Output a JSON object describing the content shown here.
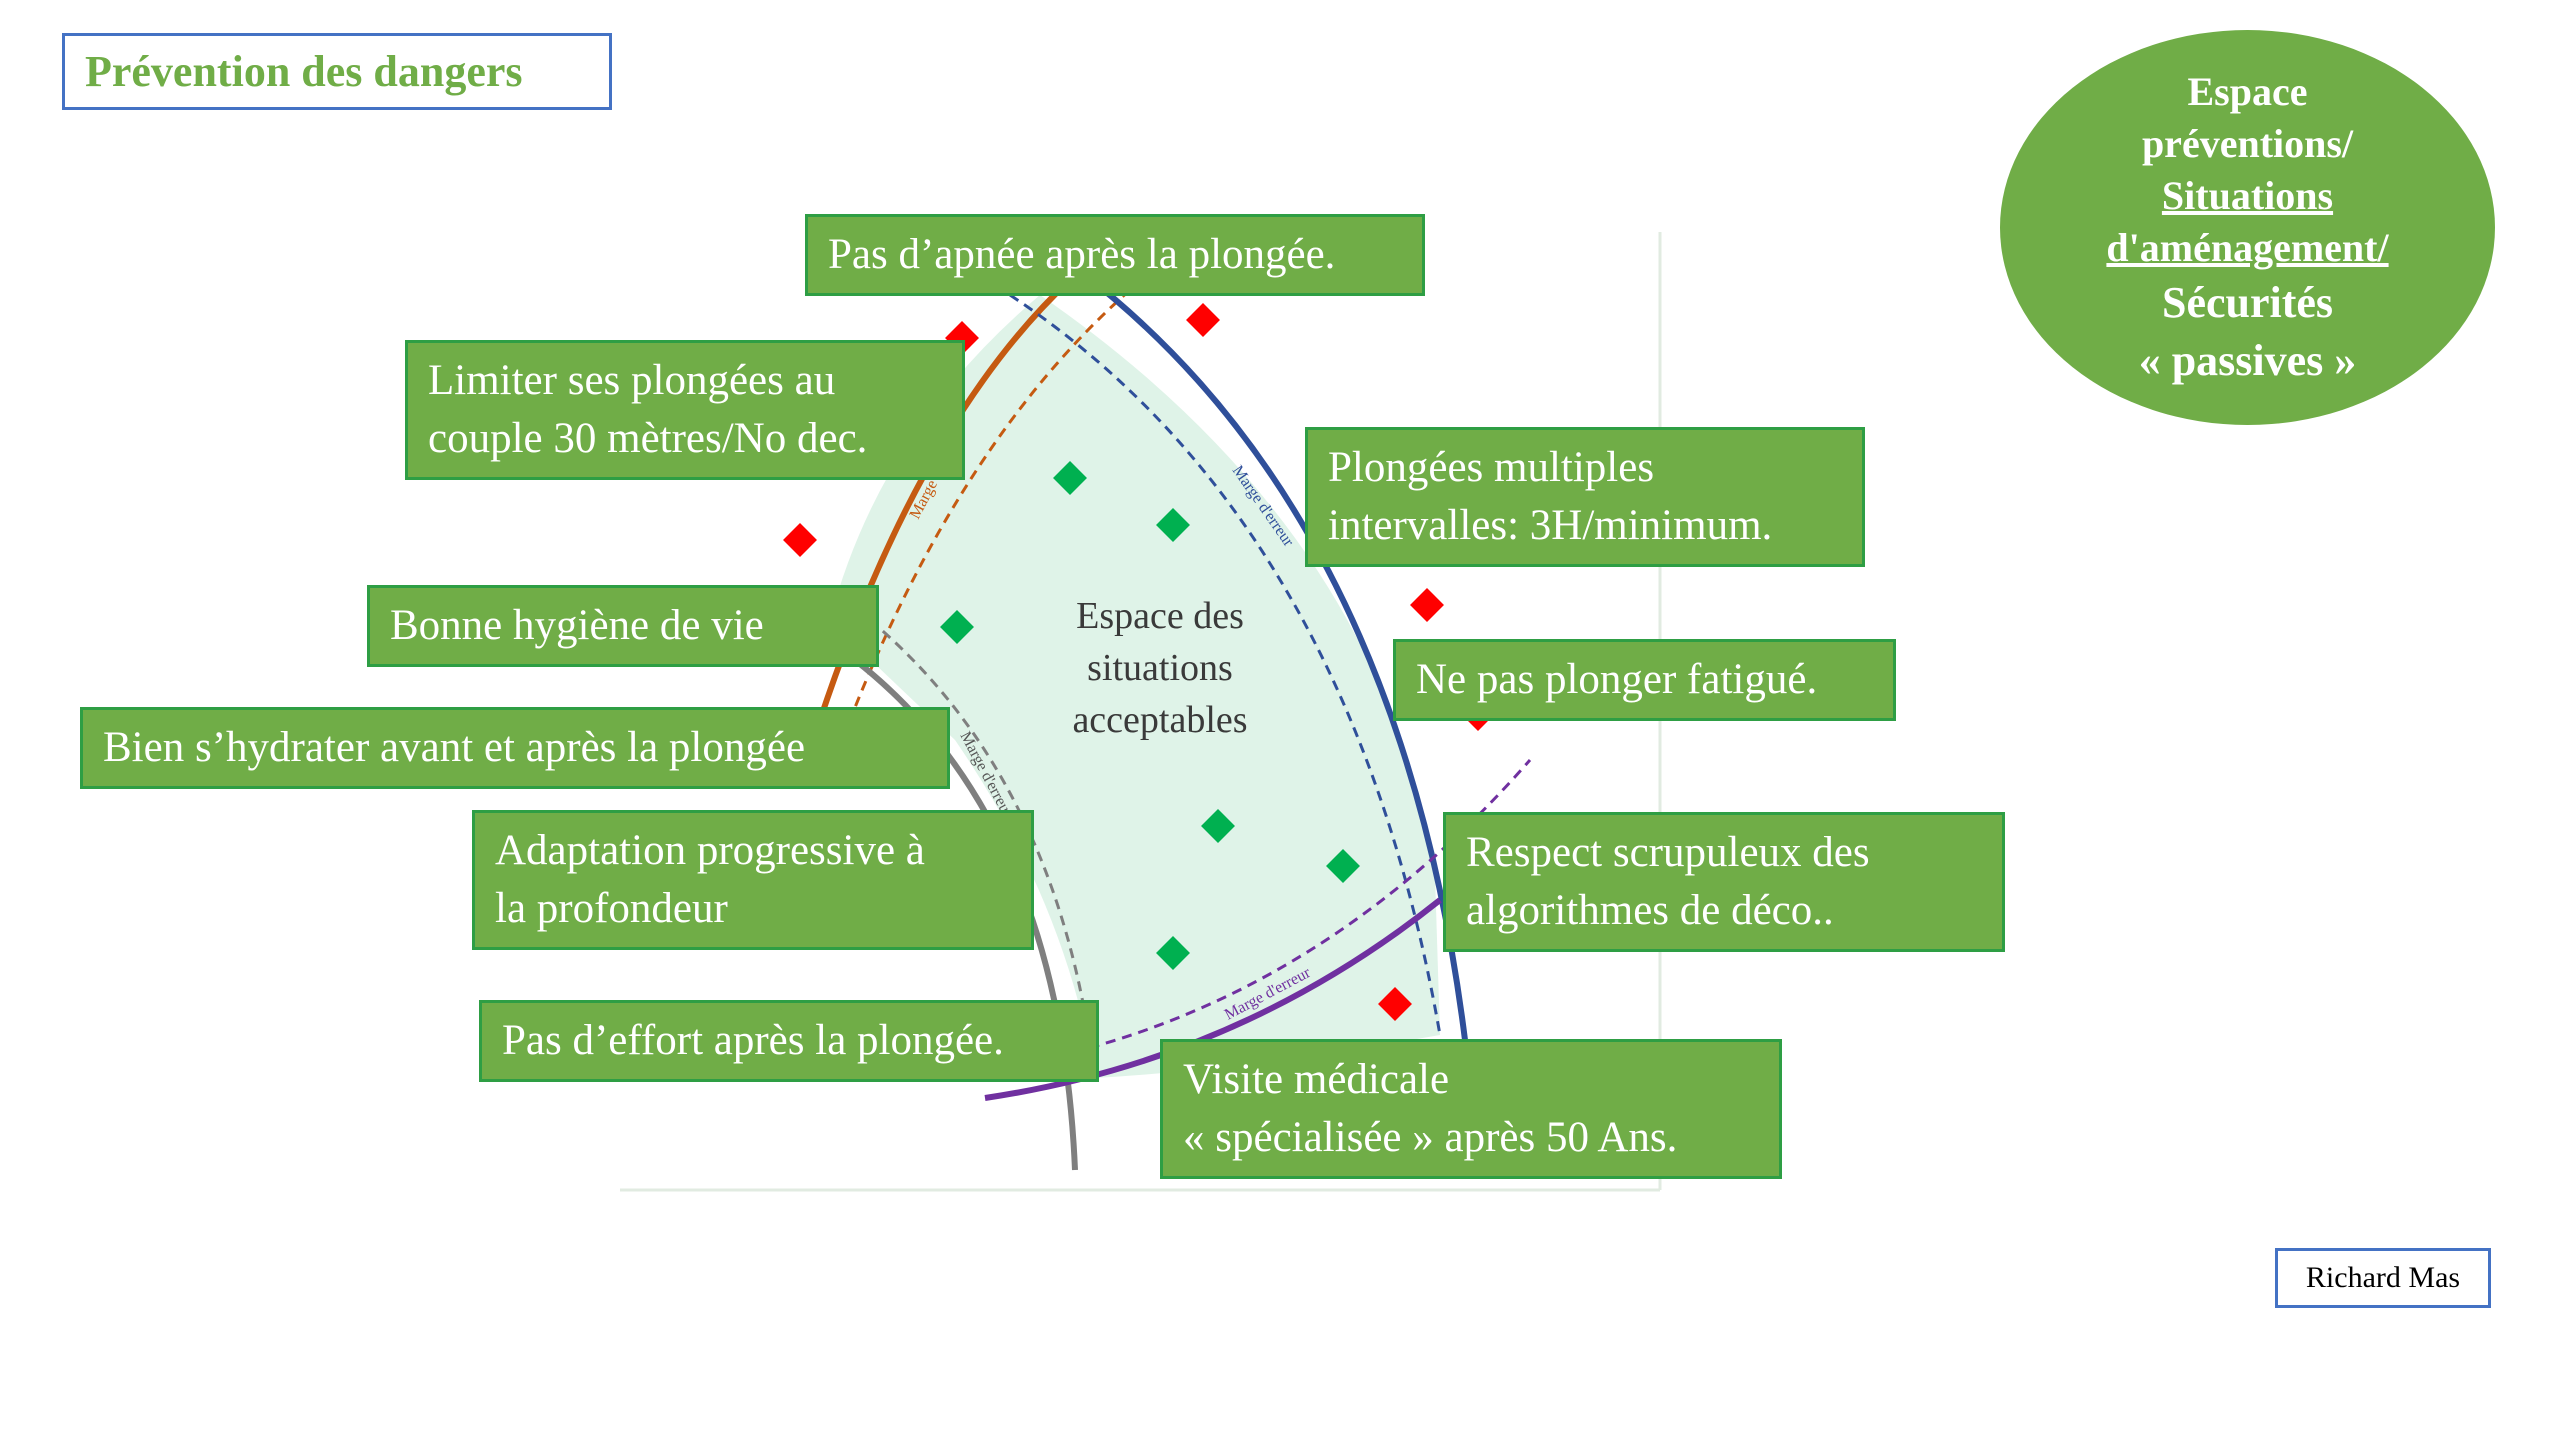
{
  "title": "Prévention des dangers",
  "author": "Richard Mas",
  "ellipse": {
    "line1": "Espace",
    "line2": "préventions/",
    "line3": "Situations",
    "line4": "d'aménagement/",
    "line5": "Sécurités",
    "line6": "« passives »"
  },
  "center_label": [
    "Espace des",
    "situations",
    "acceptables"
  ],
  "margin_label": "Marge d'erreur",
  "cards": {
    "apnee": [
      "Pas d’apnée après la plongée."
    ],
    "limiter": [
      "Limiter ses plongées au",
      "couple 30 mètres/No dec."
    ],
    "multiples": [
      "Plongées multiples",
      "intervalles: 3H/minimum."
    ],
    "hygiene": [
      "Bonne hygiène de vie"
    ],
    "fatigue": [
      "Ne pas plonger fatigué."
    ],
    "hydrater": [
      "Bien s’hydrater avant et après la plongée"
    ],
    "adaptation": [
      "Adaptation progressive à",
      "la profondeur"
    ],
    "respect": [
      "Respect scrupuleux des",
      "algorithmes de déco.."
    ],
    "effort": [
      "Pas d’effort après la plongée."
    ],
    "visite": [
      "Visite médicale",
      "« spécialisée » après 50 Ans."
    ]
  },
  "colors": {
    "green_fill": "#70ad47",
    "green_border": "#2e9e44",
    "frame_blue": "#4472c4",
    "zone_fill": "#dff3e8",
    "orange_curve": "#c55a11",
    "blue_curve": "#2f4f9a",
    "grey_curve": "#7f7f7f",
    "purple_curve": "#7030a0",
    "diamond_red": "#ff0000",
    "diamond_green": "#00b050"
  },
  "icons": {
    "safe": "green-diamond",
    "danger": "red-diamond"
  }
}
